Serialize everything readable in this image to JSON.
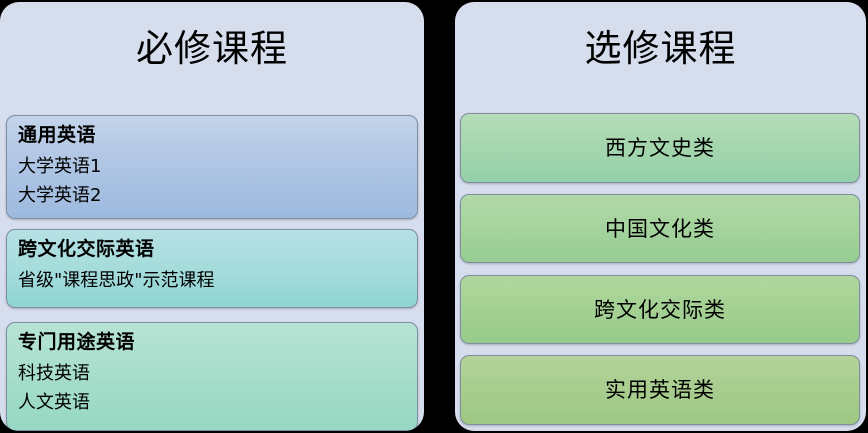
{
  "colors": {
    "canvas": "#000000",
    "panel_background": "#d6dded",
    "card_border": "#7f8fa0",
    "text": "#000000",
    "blue_card": "#b0c6e4",
    "teal_card": "#a5dcdc",
    "mint_card": "#a6ddcb",
    "green_card_1": "#a5d6ae",
    "green_card_2": "#a5d39d",
    "green_card_3": "#a4d193",
    "green_card_4": "#a8cd8e"
  },
  "panels": [
    {
      "id": "required",
      "title": "必修课程",
      "cards": [
        {
          "id": "general-english",
          "heading": "通用英语",
          "lines": [
            "大学英语1",
            "大学英语2"
          ]
        },
        {
          "id": "intercultural-english",
          "heading": "跨文化交际英语",
          "lines": [
            "省级\"课程思政\"示范课程"
          ]
        },
        {
          "id": "esp-english",
          "heading": "专门用途英语",
          "lines": [
            "科技英语",
            "人文英语"
          ]
        }
      ]
    },
    {
      "id": "elective",
      "title": "选修课程",
      "cards": [
        {
          "id": "western-humanities",
          "label": "西方文史类"
        },
        {
          "id": "chinese-culture",
          "label": "中国文化类"
        },
        {
          "id": "intercultural",
          "label": "跨文化交际类"
        },
        {
          "id": "practical-english",
          "label": "实用英语类"
        }
      ]
    }
  ]
}
